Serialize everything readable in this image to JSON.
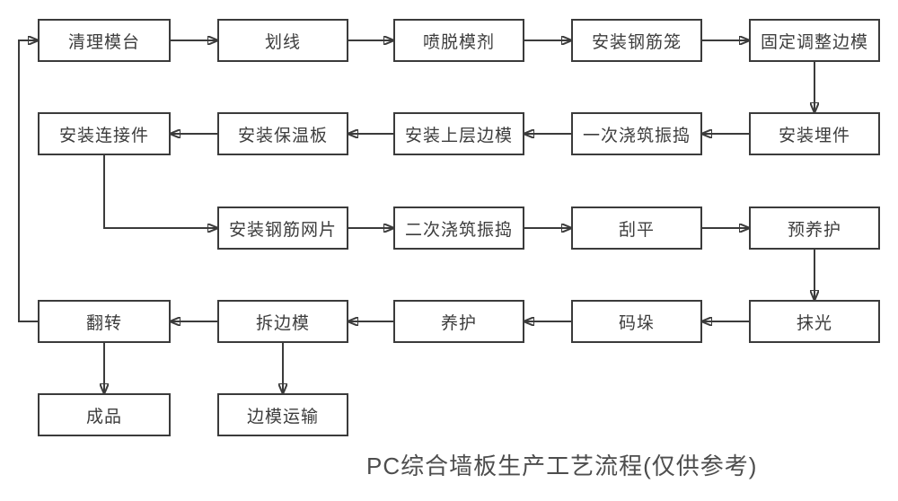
{
  "title": "PC综合墙板生产工艺流程(仅供参考)",
  "nodes": [
    {
      "id": "clean-mold-table",
      "label": "清理模台"
    },
    {
      "id": "marking",
      "label": "划线"
    },
    {
      "id": "spray-release-agent",
      "label": "喷脱模剂"
    },
    {
      "id": "install-rebar-cage",
      "label": "安装钢筋笼"
    },
    {
      "id": "fix-adjust-side-mold",
      "label": "固定调整边模"
    },
    {
      "id": "install-embedded-parts",
      "label": "安装埋件"
    },
    {
      "id": "first-pour-vibrate",
      "label": "一次浇筑振捣"
    },
    {
      "id": "install-upper-side-mold",
      "label": "安装上层边模"
    },
    {
      "id": "install-insulation-board",
      "label": "安装保温板"
    },
    {
      "id": "install-connectors",
      "label": "安装连接件"
    },
    {
      "id": "install-rebar-mesh",
      "label": "安装钢筋网片"
    },
    {
      "id": "second-pour-vibrate",
      "label": "二次浇筑振捣"
    },
    {
      "id": "screed",
      "label": "刮平"
    },
    {
      "id": "pre-curing",
      "label": "预养护"
    },
    {
      "id": "trowel-finish",
      "label": "抹光"
    },
    {
      "id": "stacking",
      "label": "码垛"
    },
    {
      "id": "curing",
      "label": "养护"
    },
    {
      "id": "remove-side-mold",
      "label": "拆边模"
    },
    {
      "id": "flip",
      "label": "翻转"
    },
    {
      "id": "finished-product",
      "label": "成品"
    },
    {
      "id": "side-mold-transport",
      "label": "边模运输"
    }
  ],
  "edges": [
    {
      "from": "clean-mold-table",
      "to": "marking"
    },
    {
      "from": "marking",
      "to": "spray-release-agent"
    },
    {
      "from": "spray-release-agent",
      "to": "install-rebar-cage"
    },
    {
      "from": "install-rebar-cage",
      "to": "fix-adjust-side-mold"
    },
    {
      "from": "fix-adjust-side-mold",
      "to": "install-embedded-parts"
    },
    {
      "from": "install-embedded-parts",
      "to": "first-pour-vibrate"
    },
    {
      "from": "first-pour-vibrate",
      "to": "install-upper-side-mold"
    },
    {
      "from": "install-upper-side-mold",
      "to": "install-insulation-board"
    },
    {
      "from": "install-insulation-board",
      "to": "install-connectors"
    },
    {
      "from": "install-connectors",
      "to": "install-rebar-mesh"
    },
    {
      "from": "install-rebar-mesh",
      "to": "second-pour-vibrate"
    },
    {
      "from": "second-pour-vibrate",
      "to": "screed"
    },
    {
      "from": "screed",
      "to": "pre-curing"
    },
    {
      "from": "pre-curing",
      "to": "trowel-finish"
    },
    {
      "from": "trowel-finish",
      "to": "stacking"
    },
    {
      "from": "stacking",
      "to": "curing"
    },
    {
      "from": "curing",
      "to": "remove-side-mold"
    },
    {
      "from": "remove-side-mold",
      "to": "flip"
    },
    {
      "from": "flip",
      "to": "finished-product"
    },
    {
      "from": "remove-side-mold",
      "to": "side-mold-transport"
    },
    {
      "from": "flip",
      "to": "clean-mold-table"
    }
  ],
  "colors": {
    "line": "#3b3b3b",
    "text": "#3d3d3d",
    "background": "#ffffff"
  }
}
